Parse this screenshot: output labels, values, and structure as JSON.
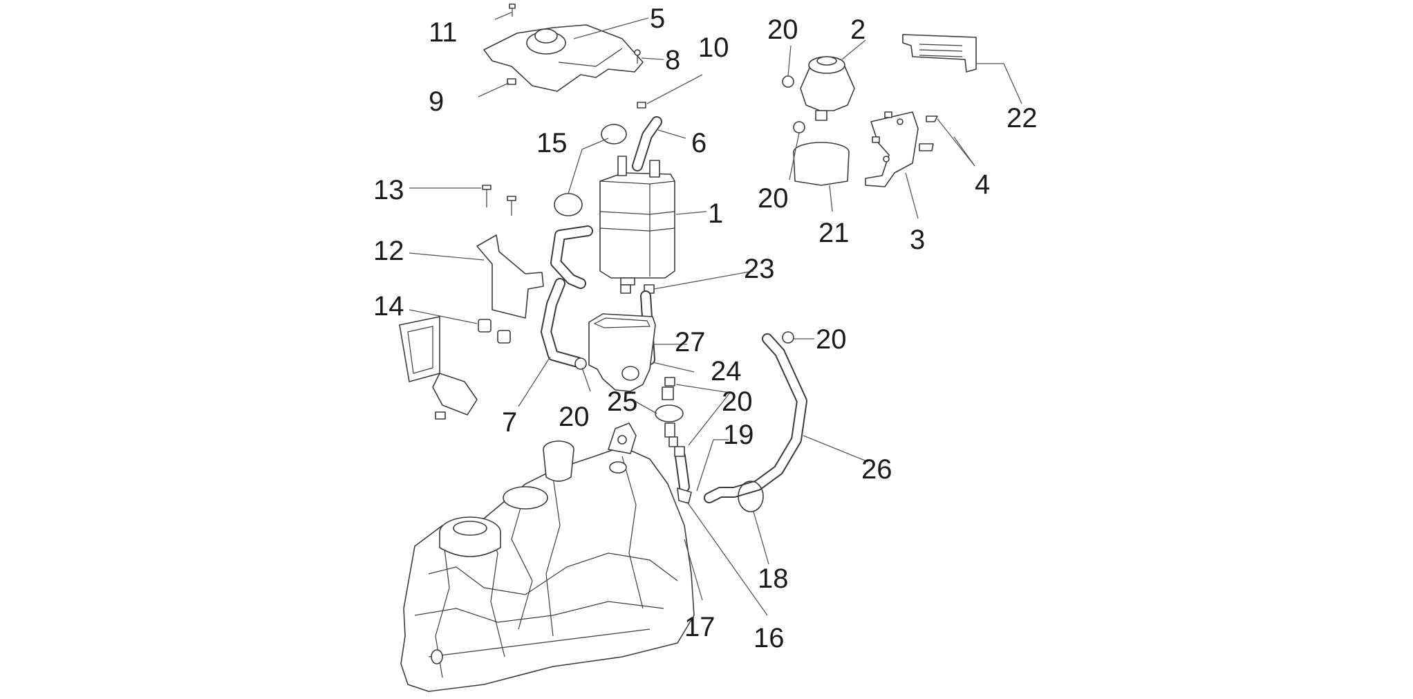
{
  "diagram": {
    "callouts": [
      {
        "id": "c1",
        "text": "1"
      },
      {
        "id": "c2",
        "text": "2"
      },
      {
        "id": "c3",
        "text": "3"
      },
      {
        "id": "c4",
        "text": "4"
      },
      {
        "id": "c5",
        "text": "5"
      },
      {
        "id": "c6",
        "text": "6"
      },
      {
        "id": "c7",
        "text": "7"
      },
      {
        "id": "c8",
        "text": "8"
      },
      {
        "id": "c9",
        "text": "9"
      },
      {
        "id": "c10",
        "text": "10"
      },
      {
        "id": "c11",
        "text": "11"
      },
      {
        "id": "c12",
        "text": "12"
      },
      {
        "id": "c13",
        "text": "13"
      },
      {
        "id": "c14",
        "text": "14"
      },
      {
        "id": "c15",
        "text": "15"
      },
      {
        "id": "c16",
        "text": "16"
      },
      {
        "id": "c17",
        "text": "17"
      },
      {
        "id": "c18",
        "text": "18"
      },
      {
        "id": "c19",
        "text": "19"
      },
      {
        "id": "c20a",
        "text": "20"
      },
      {
        "id": "c20b",
        "text": "20"
      },
      {
        "id": "c20c",
        "text": "20"
      },
      {
        "id": "c20d",
        "text": "20"
      },
      {
        "id": "c20e",
        "text": "20"
      },
      {
        "id": "c21",
        "text": "21"
      },
      {
        "id": "c22",
        "text": "22"
      },
      {
        "id": "c23",
        "text": "23"
      },
      {
        "id": "c24",
        "text": "24"
      },
      {
        "id": "c25",
        "text": "25"
      },
      {
        "id": "c26",
        "text": "26"
      },
      {
        "id": "c27",
        "text": "27"
      }
    ],
    "colors": {
      "line": "#3a3a3a",
      "background": "#ffffff",
      "text": "#1a1a1a"
    }
  }
}
